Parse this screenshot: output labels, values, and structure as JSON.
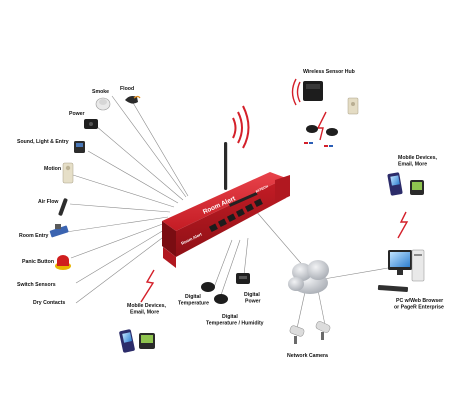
{
  "device": {
    "brand_top": "Room Alert",
    "brand_front": "Room Alert",
    "model_badge": "AVTECH"
  },
  "labels": {
    "smoke": "Smoke",
    "flood": "Flood",
    "power_left": "Power",
    "sound_light_entry": "Sound, Light & Entry",
    "motion": "Motion",
    "air_flow": "Air Flow",
    "room_entry": "Room Entry",
    "panic_button": "Panic Button",
    "switch_sensors": "Switch Sensors",
    "dry_contacts": "Dry Contacts",
    "wireless_sensor_hub": "Wireless Sensor Hub",
    "mobile_devices_right": "Mobile Devices,\nEmail, More",
    "mobile_devices_left": "Mobile Devices,\nEmail, More",
    "digital_temperature": "Digital\nTemperature",
    "digital_power": "Digital\nPower",
    "digital_temp_humidity": "Digital\nTemperature / Humidity",
    "pc_web_browser": "PC w/Web Browser\nor PageR Enterprise",
    "network_camera": "Network Camera"
  },
  "colors": {
    "device_red": "#d4202a",
    "device_dark_red": "#9e1219",
    "line_gray": "#8a8a8a",
    "lightning_red": "#d4202a",
    "cloud_gray": "#b9bcc2"
  }
}
